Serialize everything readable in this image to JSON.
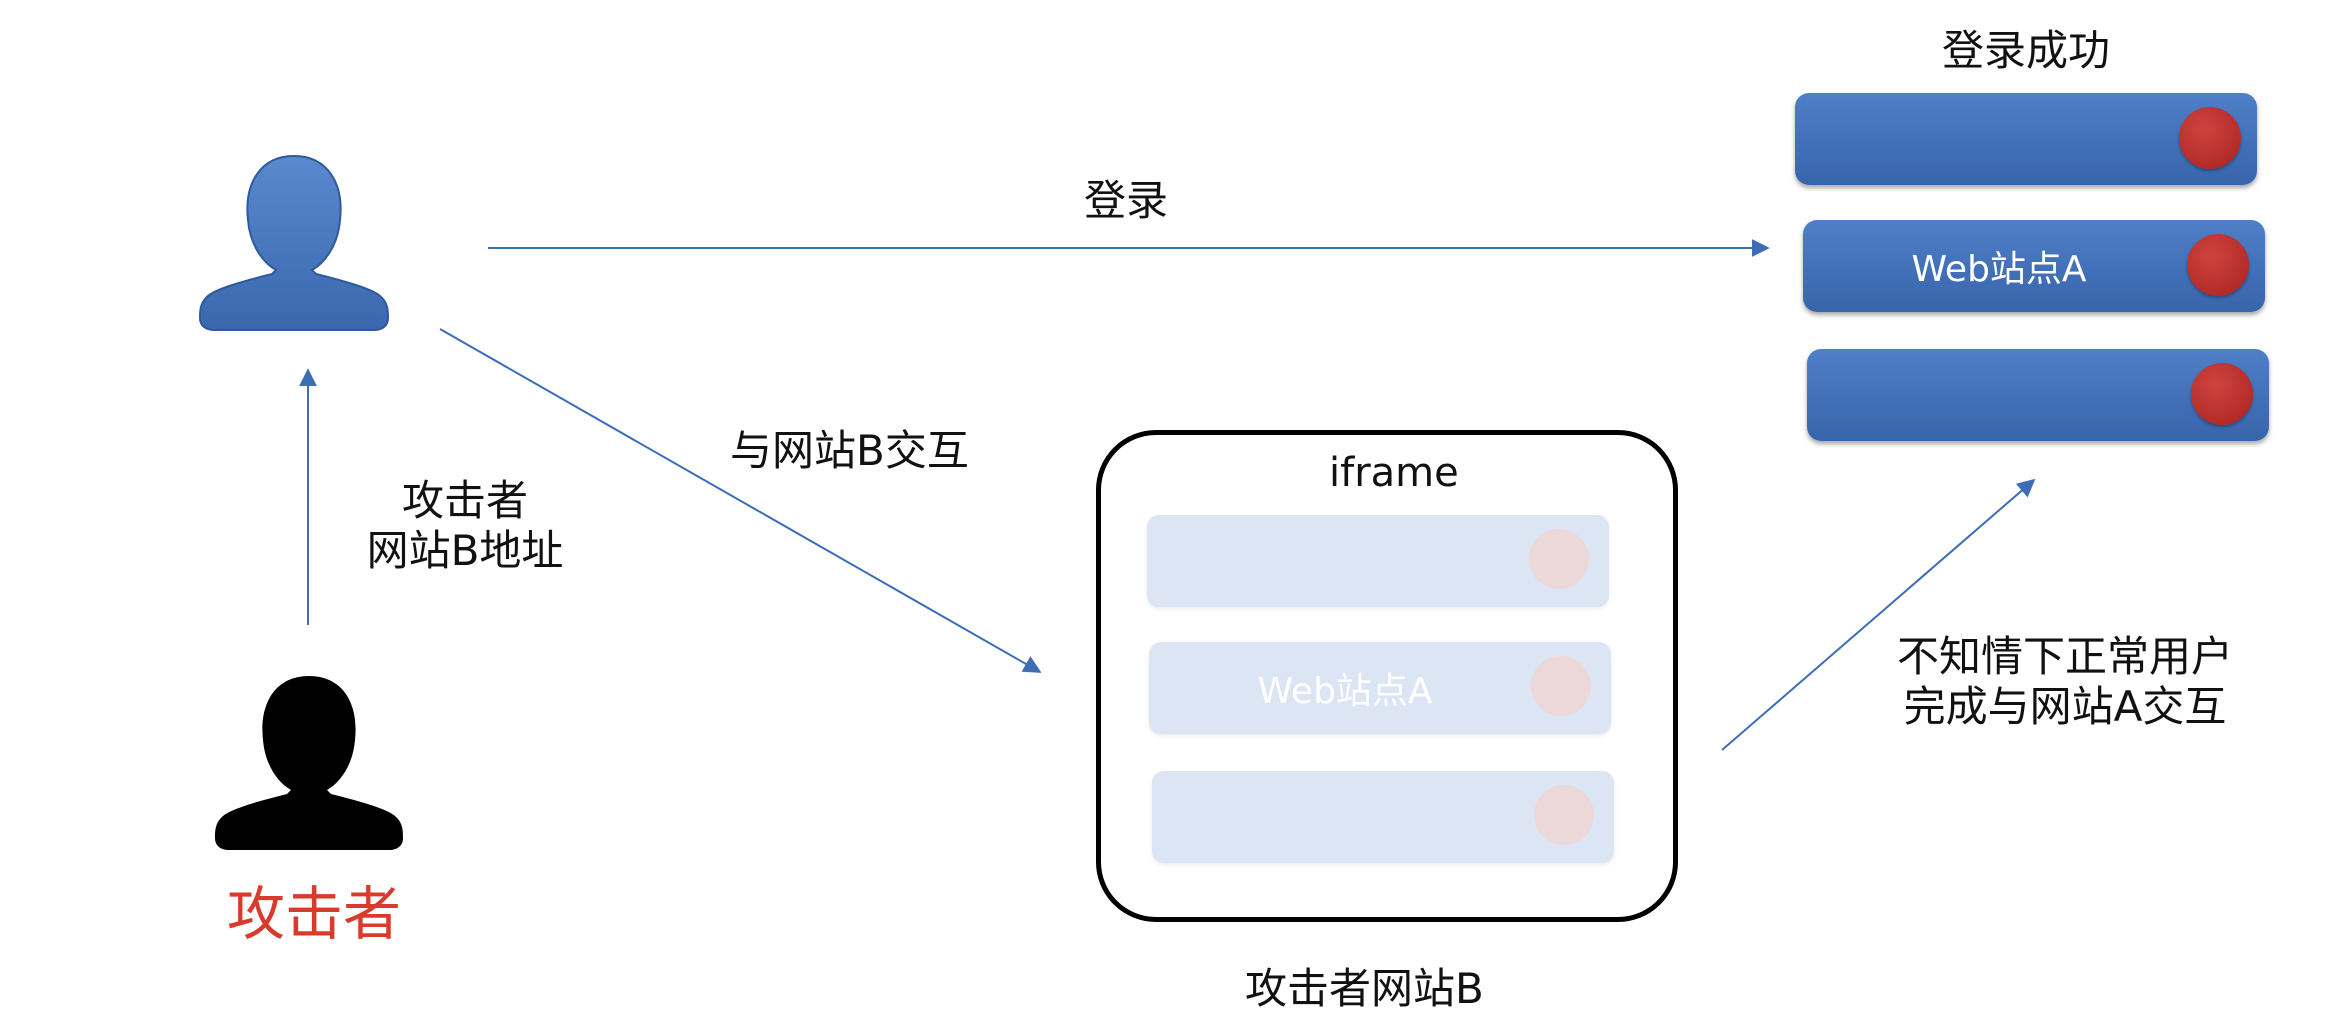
{
  "user": {
    "icon": "user-icon",
    "color": "#4a7cc6"
  },
  "attacker": {
    "icon": "attacker-icon",
    "color": "#000000",
    "label": "攻击者"
  },
  "arrows": {
    "login": "登录",
    "interact_b": "与网站B交互",
    "attacker_address": [
      "攻击者",
      "网站B地址"
    ],
    "unknowing": [
      "不知情下正常用户",
      "完成与网站A交互"
    ]
  },
  "site_a": {
    "title": "登录成功",
    "server_label": "Web站点A",
    "color": "#4a7cc6",
    "dot_color": "#c0302b"
  },
  "site_b": {
    "iframe_label": "iframe",
    "server_label": "Web站点A",
    "caption": "攻击者网站B"
  }
}
